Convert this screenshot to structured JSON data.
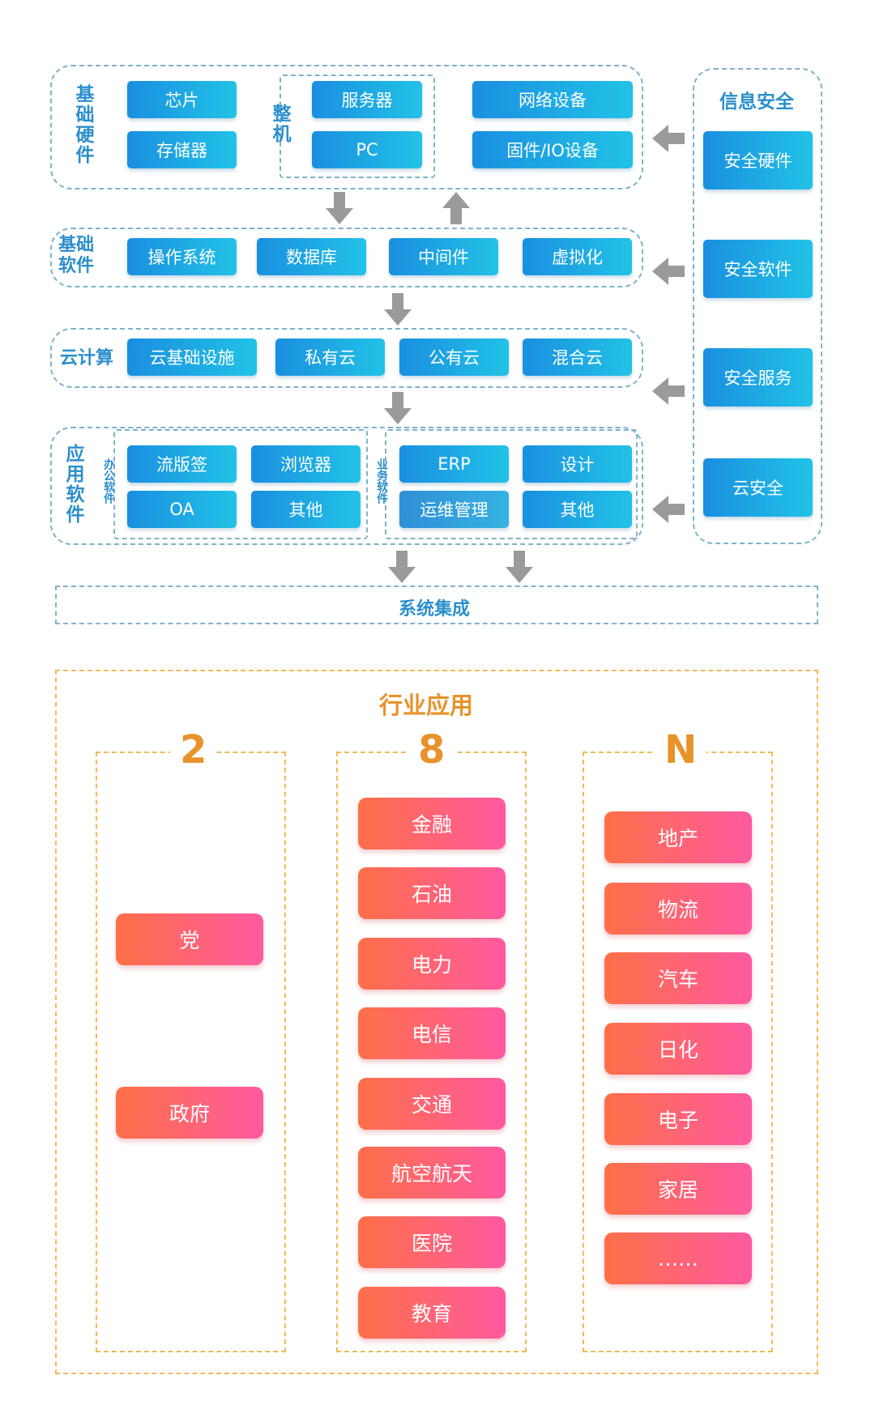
{
  "top": {
    "hardware": {
      "label": "基础硬件",
      "chip": "芯片",
      "storage": "存储器",
      "machine_label": "整机",
      "server": "服务器",
      "pc": "PC",
      "network": "网络设备",
      "firmware": "固件/IO设备"
    },
    "software": {
      "label": "基础软件",
      "items": [
        "操作系统",
        "数据库",
        "中间件",
        "虚拟化"
      ]
    },
    "cloud": {
      "label": "云计算",
      "items": [
        "云基础设施",
        "私有云",
        "公有云",
        "混合云"
      ]
    },
    "app": {
      "label": "应用软件",
      "office_label": "办公软件",
      "office": [
        "流版签",
        "浏览器",
        "OA",
        "其他"
      ],
      "biz_label": "业务软件",
      "biz": [
        "ERP",
        "设计",
        "运维管理",
        "其他"
      ]
    },
    "security": {
      "label": "信息安全",
      "items": [
        "安全硬件",
        "安全软件",
        "安全服务",
        "云安全"
      ]
    },
    "integration": "系统集成"
  },
  "industry": {
    "title": "行业应用",
    "group_2": {
      "num": "2",
      "items": [
        "党",
        "政府"
      ]
    },
    "group_8": {
      "num": "8",
      "items": [
        "金融",
        "石油",
        "电力",
        "电信",
        "交通",
        "航空航天",
        "医院",
        "教育"
      ]
    },
    "group_n": {
      "num": "N",
      "items": [
        "地产",
        "物流",
        "汽车",
        "日化",
        "电子",
        "家居",
        "……"
      ]
    }
  }
}
